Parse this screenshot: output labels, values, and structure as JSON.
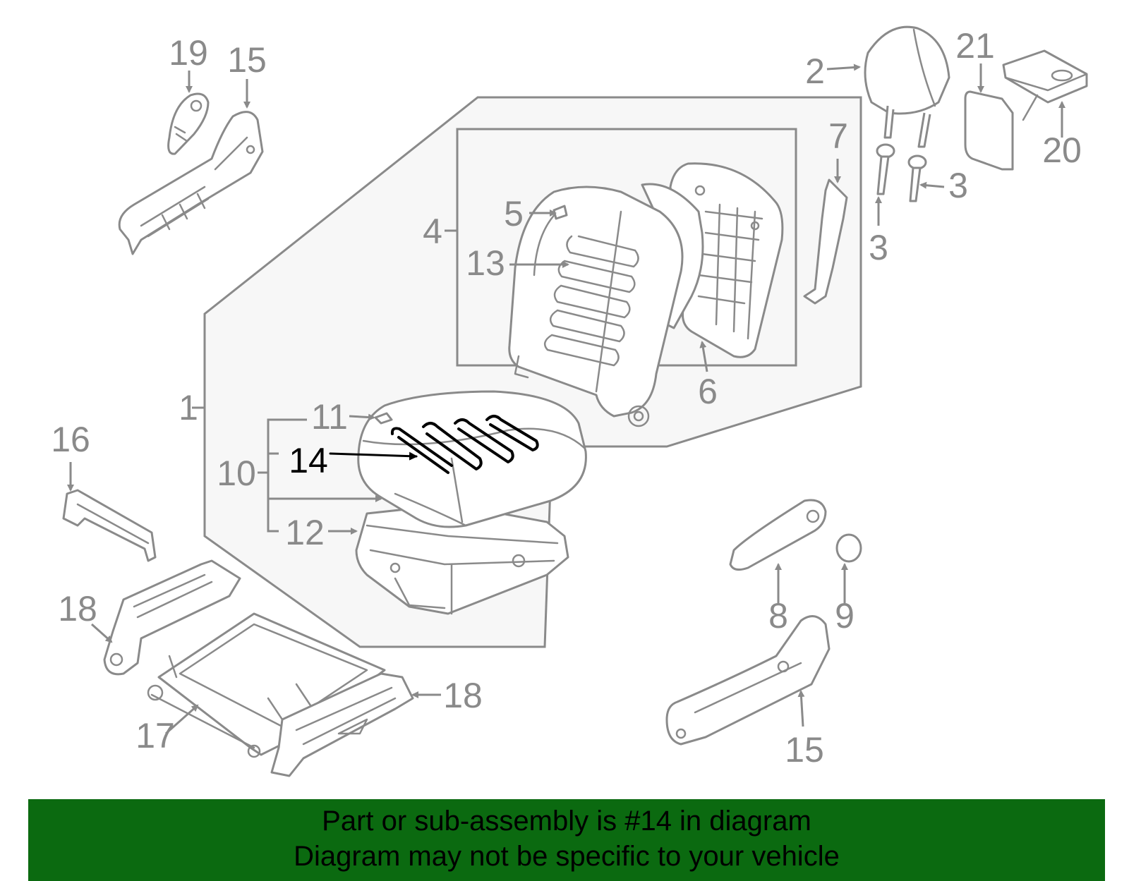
{
  "diagram": {
    "callouts": {
      "c1": "1",
      "c2": "2",
      "c3a": "3",
      "c3b": "3",
      "c4": "4",
      "c5": "5",
      "c6": "6",
      "c7": "7",
      "c8": "8",
      "c9": "9",
      "c10": "10",
      "c11": "11",
      "c12": "12",
      "c13": "13",
      "c14": "14",
      "c15a": "15",
      "c15b": "15",
      "c16": "16",
      "c17": "17",
      "c18a": "18",
      "c18b": "18",
      "c19": "19",
      "c20": "20",
      "c21": "21"
    },
    "highlighted_part": "14",
    "colors": {
      "line": "#8a8a8a",
      "highlight": "#000000",
      "panel": "#f7f7f7",
      "banner": "#0b6a10"
    }
  },
  "banner": {
    "line1": "Part or sub-assembly is #14 in diagram",
    "line2": "Diagram may not be specific to your vehicle"
  }
}
